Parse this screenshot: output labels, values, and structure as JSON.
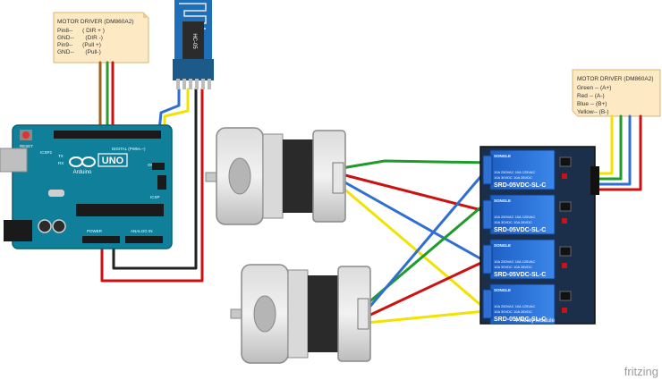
{
  "note_left": {
    "title": "MOTOR DRIVER (DM860A2)",
    "lines": [
      "Pin8--      ( DIR + )",
      "GND--       (DIR -)",
      "Pin9--      (Pull +)",
      "GND--       (Pull-)"
    ]
  },
  "note_right": {
    "title": "MOTOR DRIVER (DM860A2)",
    "lines": [
      "Green -- (A+)",
      "Red -- (A-)",
      "Blue -- (B+)",
      "Yellow-- (B-)"
    ]
  },
  "arduino": {
    "brand": "Arduino",
    "model": "UNO",
    "reset_label": "RESET",
    "icsp_label": "ICSP2",
    "icsp_label_right": "ICSP",
    "digital_label": "DIGITAL (PWM=~)",
    "analog_label": "ANALOG IN",
    "power_label": "POWER",
    "tx_label": "TX",
    "rx_label": "RX",
    "on_label": "ON"
  },
  "bluetooth": {
    "model": "HC-05"
  },
  "relay": {
    "brand": "SONGLE",
    "rating_line1": "10A  250VAC  10A  125VAC",
    "rating_line2": "10A   30VDC  10A   28VDC",
    "model": "SRD-05VDC-SL-C",
    "module_label": "4 Relay Module"
  },
  "watermark": "fritzing",
  "colors": {
    "arduino_blue": "#0f7f9a",
    "wire_green": "#1e9b2a",
    "wire_red": "#cc1111",
    "wire_blue": "#2f6fd1",
    "wire_yellow": "#f2e200",
    "note_bg": "#fde9c4"
  }
}
